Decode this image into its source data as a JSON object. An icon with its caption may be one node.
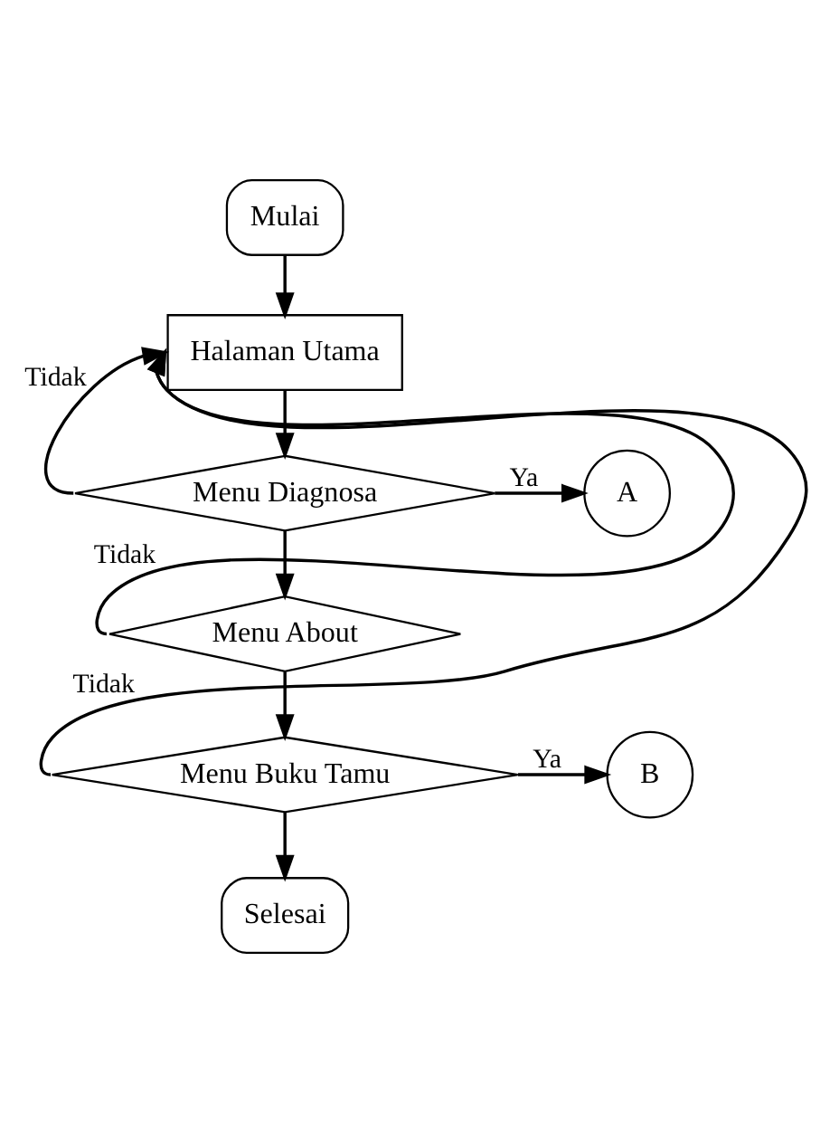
{
  "diagram": {
    "nodes": [
      {
        "text": [
          "Mulai"
        ]
      },
      {
        "text": [
          "Halaman Utama"
        ]
      },
      {
        "text": [
          "Menu Diagnosa"
        ]
      },
      {
        "text": [
          "A"
        ]
      },
      {
        "text": [
          "Menu About"
        ]
      },
      {
        "text": [
          "Menu Buku Tamu"
        ]
      },
      {
        "text": [
          "B"
        ]
      },
      {
        "text": [
          "Selesai"
        ]
      }
    ],
    "edges": [
      {
        "from": 0,
        "to": 1,
        "arrow": "to"
      },
      {
        "from": 1,
        "to": 2,
        "arrow": "to"
      },
      {
        "from": 2,
        "to": 3,
        "arrow": "to",
        "label": "Ya"
      },
      {
        "from": 2,
        "to": 1,
        "arrow": "to",
        "label": "Tidak"
      },
      {
        "from": 2,
        "to": 4,
        "arrow": "to"
      },
      {
        "from": 4,
        "to": 1,
        "arrow": "to",
        "label": "Tidak"
      },
      {
        "from": 4,
        "to": 5,
        "arrow": "to"
      },
      {
        "from": 5,
        "to": 1,
        "arrow": "to",
        "label": "Tidak"
      },
      {
        "from": 5,
        "to": 6,
        "arrow": "to",
        "label": "Ya"
      },
      {
        "from": 5,
        "to": 7,
        "arrow": "to"
      }
    ]
  }
}
